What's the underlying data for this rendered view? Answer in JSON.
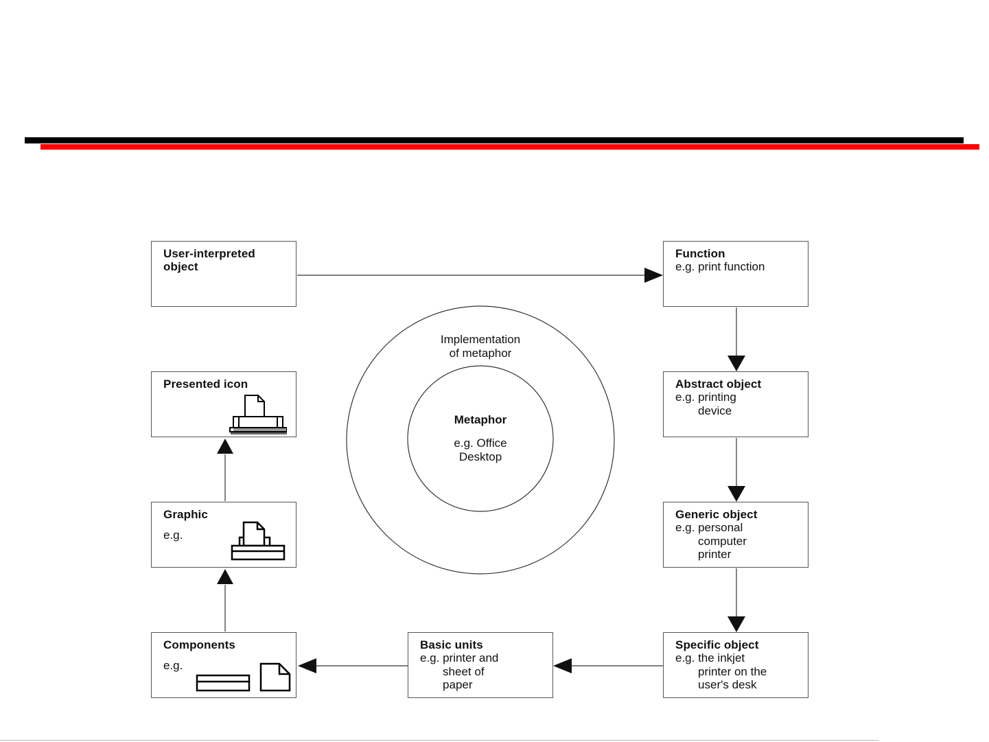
{
  "nodes": {
    "user_interpreted": {
      "title": "User-interpreted\nobject"
    },
    "function": {
      "title": "Function",
      "sub": "e.g. print function"
    },
    "abstract": {
      "title": "Abstract object",
      "sub": "e.g. printing\n       device"
    },
    "generic": {
      "title": "Generic object",
      "sub": "e.g. personal\n       computer\n       printer"
    },
    "specific": {
      "title": "Specific object",
      "sub": "e.g. the inkjet\n       printer on the\n       user's desk"
    },
    "basic_units": {
      "title": "Basic units",
      "sub": "e.g. printer and\n       sheet of\n       paper"
    },
    "components": {
      "title": "Components",
      "sub": "e.g."
    },
    "graphic": {
      "title": "Graphic",
      "sub": "e.g."
    },
    "presented_icon": {
      "title": "Presented icon"
    }
  },
  "outer_circle": {
    "label": "Implementation\nof metaphor"
  },
  "inner_circle": {
    "title": "Metaphor",
    "sub": "e.g. Office\nDesktop"
  },
  "icons": {
    "presented": "printer-3d-icon",
    "graphic": "printer-outline-icon",
    "component_tray": "paper-tray-icon",
    "component_sheet": "paper-sheet-icon"
  },
  "colors": {
    "accent_black": "#000000",
    "accent_red": "#ff0000"
  }
}
